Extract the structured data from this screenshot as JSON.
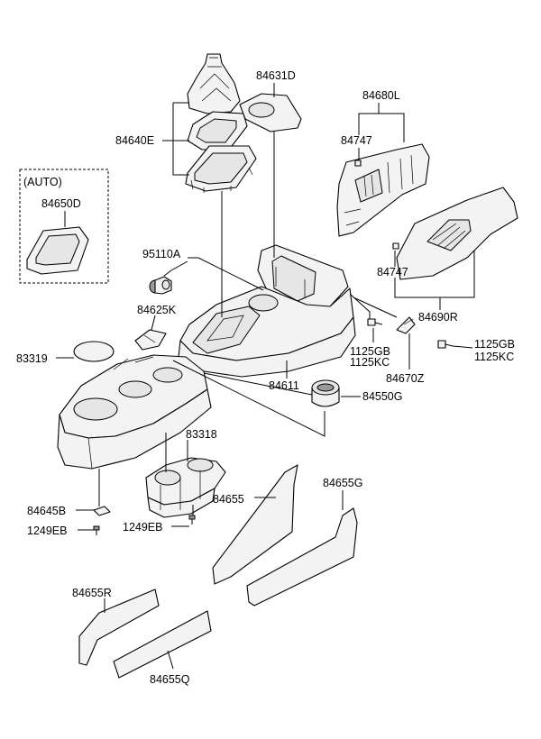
{
  "labels": {
    "p84631D": "84631D",
    "p84640E": "84640E",
    "p84680L": "84680L",
    "p84747a": "84747",
    "auto": "(AUTO)",
    "p84650D": "84650D",
    "p95110A": "95110A",
    "p84747b": "84747",
    "p84625K": "84625K",
    "p84690R": "84690R",
    "p83319": "83319",
    "p1125GB_a": "1125GB",
    "p1125KC_a": "1125KC",
    "p1125GB_b": "1125GB",
    "p1125KC_b": "1125KC",
    "p84611": "84611",
    "p84670Z": "84670Z",
    "p84550G": "84550G",
    "p83318": "83318",
    "p84655": "84655",
    "p84655G": "84655G",
    "p84645B": "84645B",
    "p1249EB_a": "1249EB",
    "p1249EB_b": "1249EB",
    "p84655R": "84655R",
    "p84655Q": "84655Q"
  }
}
